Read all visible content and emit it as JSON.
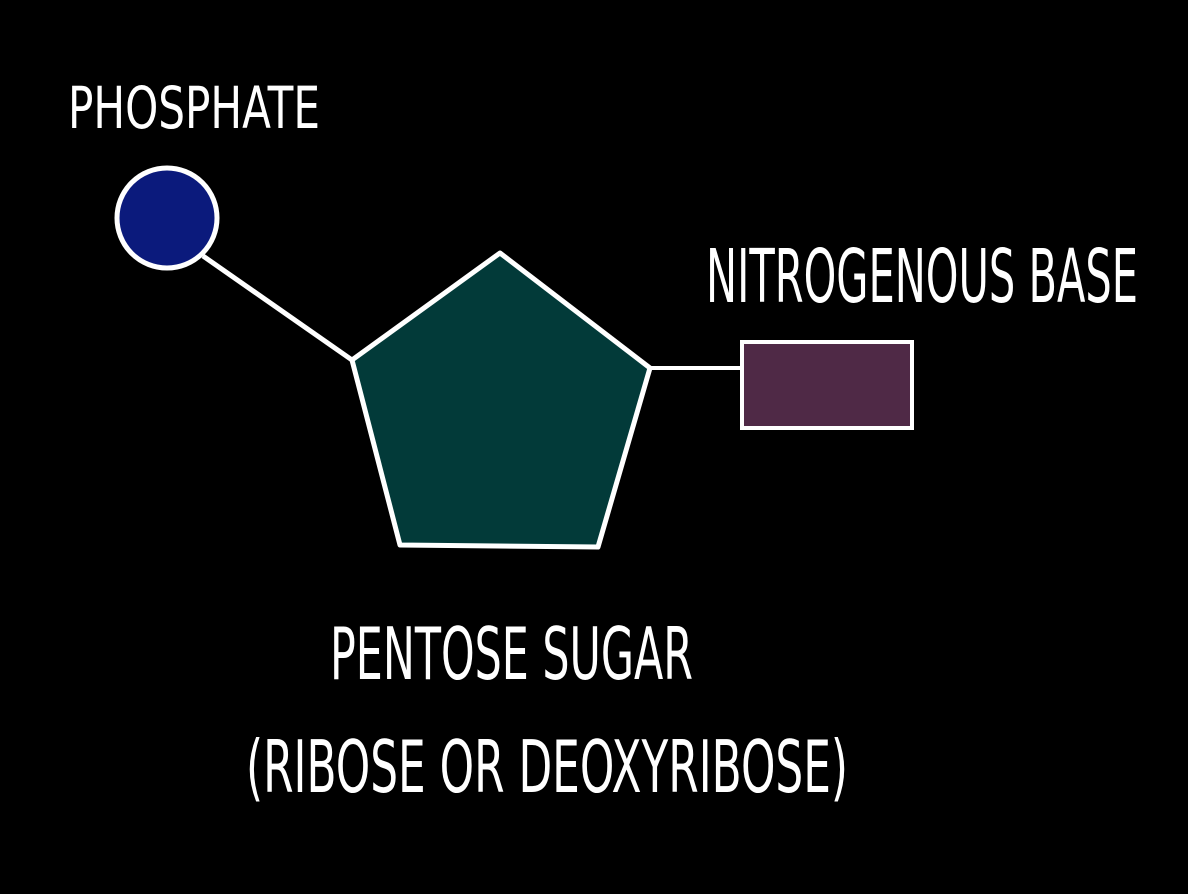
{
  "labels": {
    "phosphate": "PHOSPHATE",
    "base": "NITROGENOUS BASE",
    "sugar": "PENTOSE SUGAR",
    "sugar_note": "(RIBOSE OR DEOXYRIBOSE)"
  },
  "colors": {
    "background": "#000000",
    "phosphate": "#0b1a7c",
    "sugar": "#023a39",
    "base": "#4f2946",
    "outline": "#ffffff"
  }
}
